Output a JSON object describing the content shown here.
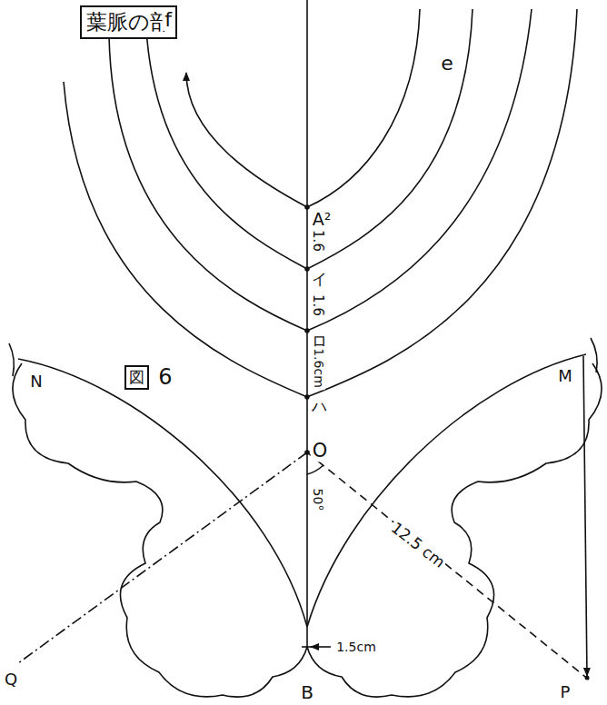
{
  "diagram": {
    "title": "葉脈の部",
    "nodes": [
      {
        "text": [
          "図"
        ]
      }
    ],
    "labels": [
      "f",
      "e",
      "A²",
      "1.6",
      "1.6",
      "1.6cm",
      "イ",
      "ロ",
      "ハ",
      "N",
      "M",
      "6",
      "O",
      "50°",
      "12.5 cm",
      "1.5cm",
      "Q",
      "P",
      "B"
    ]
  }
}
